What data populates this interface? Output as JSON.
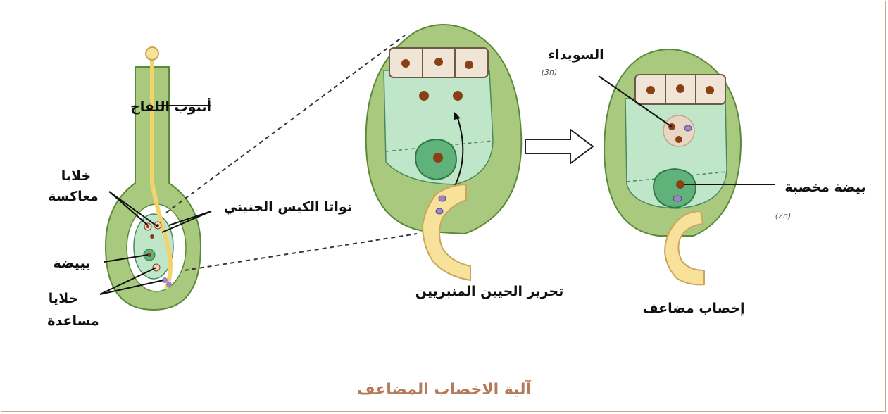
{
  "labels": {
    "pollen_tube": "أنبوب اللقاح",
    "antipodal_cells_line1": "خلايا",
    "antipodal_cells_line2": "معاكسة",
    "polar_nuclei": "نواتا الكيس الجنيني",
    "egg": "بييضة",
    "synergid_cells_line1": "خلايا",
    "synergid_cells_line2": "مساعدة",
    "sperm_release": "تحرير الحيين المنبريين",
    "endosperm": "السويداء",
    "endosperm_ploidy": "(3n)",
    "zygote": "بيضة مخصبة",
    "zygote_ploidy": "(2n)",
    "double_fertilization": "إخصاب مضاعف"
  },
  "caption": "آلية الاخصاب المضاعف",
  "colors": {
    "integument": "#a9c97f",
    "embryo_sac": "#bfe6c9",
    "egg_cell": "#5fb37a",
    "pollen_tube": "#f8e19a",
    "nucleus": "#8a3f14",
    "sperm": "#9b86c7",
    "border": "#c9a48a",
    "caption_color": "#b47a5a"
  }
}
